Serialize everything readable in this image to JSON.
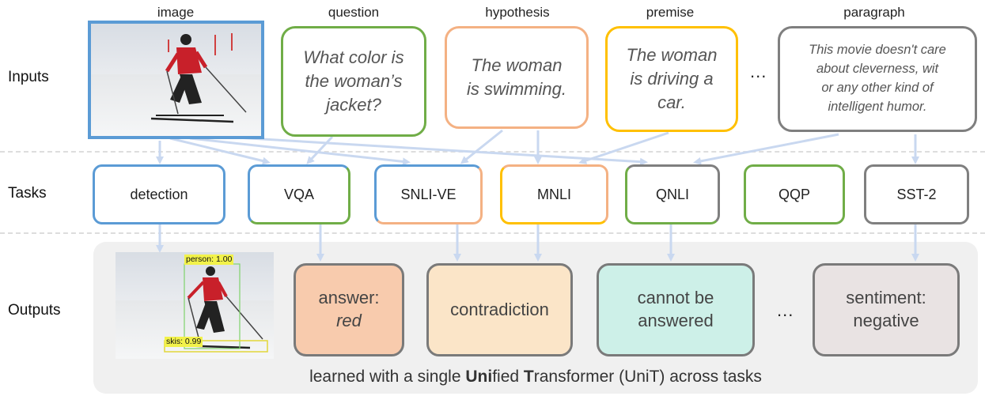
{
  "headers": {
    "image": "image",
    "question": "question",
    "hypothesis": "hypothesis",
    "premise": "premise",
    "paragraph": "paragraph"
  },
  "row_labels": {
    "inputs": "Inputs",
    "tasks": "Tasks",
    "outputs": "Outputs"
  },
  "inputs": {
    "question_lines": [
      "What color is",
      "the woman’s",
      "jacket?"
    ],
    "hypothesis_lines": [
      "The woman",
      "is swimming."
    ],
    "premise_lines": [
      "The woman",
      "is driving a",
      "car."
    ],
    "ellipsis": "...",
    "paragraph_lines": [
      "This movie doesn't care",
      "about cleverness, wit",
      "or any other kind of",
      "intelligent humor."
    ]
  },
  "tasks": [
    "detection",
    "VQA",
    "SNLI-VE",
    "MNLI",
    "QNLI",
    "QQP",
    "SST-2"
  ],
  "detections": {
    "person": "person: 1.00",
    "skis": "skis: 0.99"
  },
  "outputs": {
    "answer_label": "answer:",
    "answer_value": "red",
    "contradiction": "contradiction",
    "qnli_lines": [
      "cannot be",
      "answered"
    ],
    "ellipsis": "...",
    "sentiment_lines": [
      "sentiment:",
      "negative"
    ]
  },
  "caption_parts": [
    "learned with a single ",
    "Uni",
    "fied ",
    "T",
    "ransformer (UniT) across tasks"
  ],
  "colors": {
    "blue": "#5b9bd5",
    "green": "#70ad47",
    "orange": "#f4b183",
    "yellow": "#ffc000",
    "gray": "#7f7f7f",
    "arrow": "#c9d8f0",
    "answer_fill": "#f8cbad",
    "contradiction_fill": "#fbe5c8",
    "qnli_fill": "#cdf0e8",
    "sentiment_fill": "#e9e3e3",
    "output_panel": "#f0f0f0"
  }
}
